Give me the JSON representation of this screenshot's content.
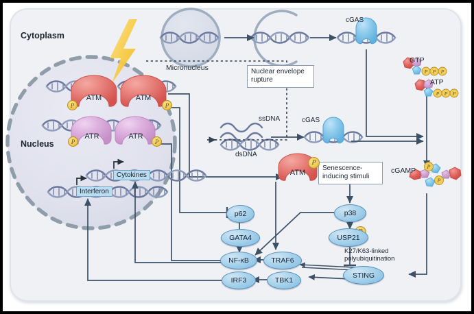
{
  "figure": {
    "title": "cGAS-STING DNA damage and senescence signalling pathway",
    "compartments": {
      "cytoplasm_label": "Cytoplasm",
      "nucleus_label": "Nucleus"
    },
    "colors": {
      "cell_background": "#eff1f4",
      "nucleus_fill": "#e2e3ee",
      "nucleus_border": "#8a98a6",
      "arrow": "#3d5166",
      "atm_red": "#e36a67",
      "atr_pink": "#dbaedc",
      "cgas_blue": "#79c0e8",
      "node_blue": "#a9d3ec",
      "phosphate_yellow": "#efcd5e",
      "dna_navy": "#64749a",
      "bolt_yellow": "#f6cb45",
      "gene_box": "#bcdcef"
    }
  },
  "labels": {
    "cytoplasm": "Cytoplasm",
    "nucleus": "Nucleus",
    "micronucleus": "Micronucleus",
    "nuclear_envelope_rupture": "Nuclear envelope\nrupture",
    "nuclear_envelope_rupture_line1": "Nuclear envelope",
    "nuclear_envelope_rupture_line2": "rupture",
    "senescence_stimuli_line1": "Senescence-",
    "senescence_stimuli_line2": "inducing stimuli",
    "ssdna": "ssDNA",
    "dsdna": "dsDNA",
    "cgas_top": "cGAS",
    "cgas_mid": "cGAS",
    "gtp": "GTP",
    "atp": "ATP",
    "cgamp": "cGAMP",
    "polyubiquitination_line1": "K27/K63-linked",
    "polyubiquitination_line2": "polyubiquitination",
    "cytokines": "Cytokines",
    "interferon": "Interferon"
  },
  "proteins": {
    "atm_nucleus_left": "ATM",
    "atm_nucleus_right": "ATM",
    "atr_nucleus_left": "ATR",
    "atr_nucleus_right": "ATR",
    "atm_cytoplasm": "ATM",
    "phosphate": "P"
  },
  "nodes": [
    {
      "id": "p62",
      "label": "p62"
    },
    {
      "id": "gata4",
      "label": "GATA4"
    },
    {
      "id": "nfkb",
      "label": "NF-κB"
    },
    {
      "id": "irf3",
      "label": "IRF3"
    },
    {
      "id": "traf6",
      "label": "TRAF6"
    },
    {
      "id": "tbk1",
      "label": "TBK1"
    },
    {
      "id": "p38",
      "label": "p38"
    },
    {
      "id": "usp21",
      "label": "USP21"
    },
    {
      "id": "sting",
      "label": "STING"
    }
  ]
}
